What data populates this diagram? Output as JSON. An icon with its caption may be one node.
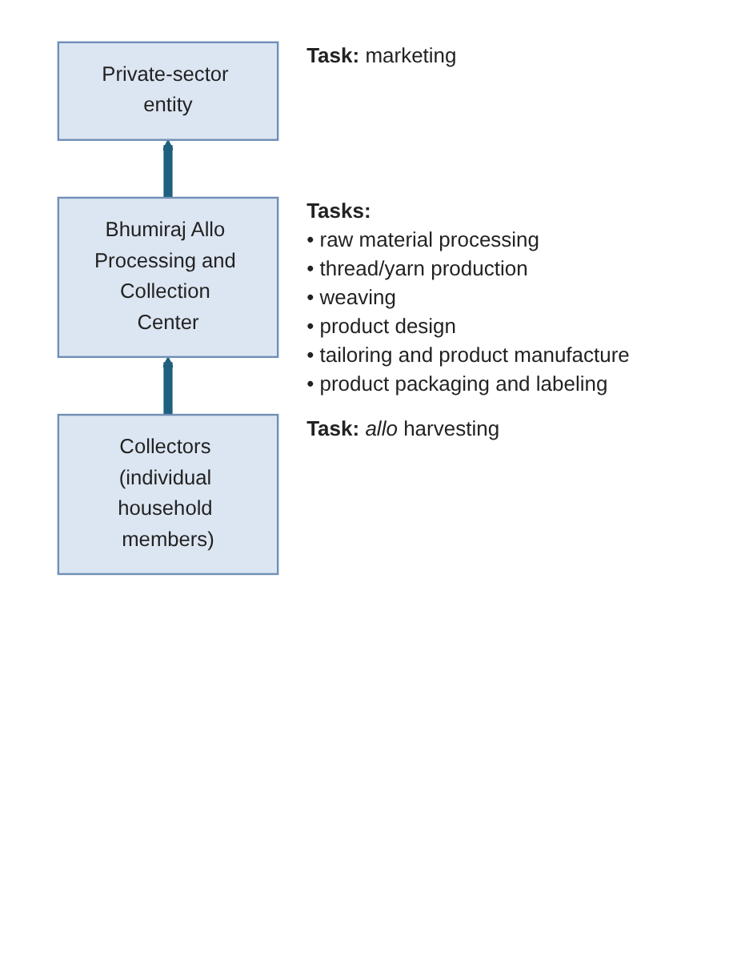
{
  "diagram": {
    "nodes": [
      {
        "text": [
          "Private-sector entity"
        ],
        "beside": [
          "**Task:** marketing"
        ]
      },
      {
        "text": [
          "Bhumiraj Allo Processing and Collection Center"
        ],
        "beside": [
          "**Tasks:**",
          "• raw material processing",
          "• thread/yarn production",
          "• weaving",
          "• product design",
          "• tailoring and product manufacture",
          "• product packaging and labeling"
        ]
      },
      {
        "text": [
          "Collectors (individual household members)"
        ],
        "beside": [
          "**Task:** *allo* harvesting"
        ]
      }
    ],
    "edges": [
      {
        "from": 2,
        "to": 1,
        "arrow": "to"
      },
      {
        "from": 1,
        "to": 0,
        "arrow": "to"
      }
    ]
  }
}
